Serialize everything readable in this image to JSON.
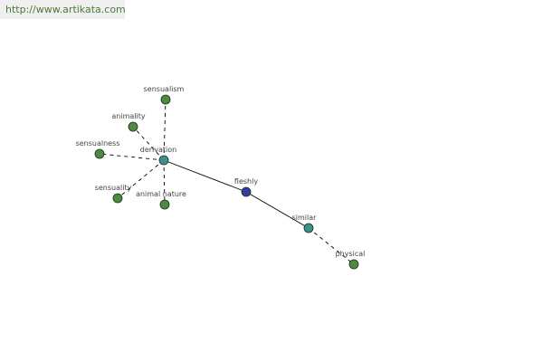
{
  "banner": {
    "url_text": "http://www.artikata.com"
  },
  "colors": {
    "center_node": "#3a3a9a",
    "relation_node": "#3f8f8f",
    "leaf_node": "#4f8a3f",
    "edge": "#000000"
  },
  "graph": {
    "nodes": [
      {
        "id": "fleshly",
        "label": "fleshly",
        "kind": "center"
      },
      {
        "id": "derivation",
        "label": "derivation",
        "kind": "relation"
      },
      {
        "id": "similar",
        "label": "similar",
        "kind": "relation"
      },
      {
        "id": "sensualism",
        "label": "sensualism",
        "kind": "leaf"
      },
      {
        "id": "animality",
        "label": "animality",
        "kind": "leaf"
      },
      {
        "id": "sensualness",
        "label": "sensualness",
        "kind": "leaf"
      },
      {
        "id": "sensuality",
        "label": "sensuality",
        "kind": "leaf"
      },
      {
        "id": "animal_nature",
        "label": "animal nature",
        "kind": "leaf"
      },
      {
        "id": "physical",
        "label": "physical",
        "kind": "leaf"
      }
    ],
    "edges": [
      {
        "from": "fleshly",
        "to": "derivation",
        "style": "solid"
      },
      {
        "from": "fleshly",
        "to": "similar",
        "style": "solid"
      },
      {
        "from": "derivation",
        "to": "sensualism",
        "style": "dashed"
      },
      {
        "from": "derivation",
        "to": "animality",
        "style": "dashed"
      },
      {
        "from": "derivation",
        "to": "sensualness",
        "style": "dashed"
      },
      {
        "from": "derivation",
        "to": "sensuality",
        "style": "dashed"
      },
      {
        "from": "derivation",
        "to": "animal_nature",
        "style": "dashed"
      },
      {
        "from": "similar",
        "to": "physical",
        "style": "dashed"
      }
    ]
  }
}
